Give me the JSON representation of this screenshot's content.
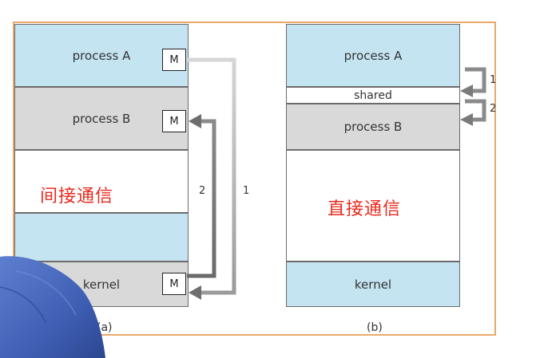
{
  "diagram_a": {
    "process_a": "process A",
    "process_b": "process B",
    "kernel": "kernel",
    "mailbox_label": "M",
    "arrow_1": "1",
    "arrow_2": "2",
    "overlay_text": "间接通信",
    "caption": "(a)"
  },
  "diagram_b": {
    "process_a": "process A",
    "shared": "shared",
    "process_b": "process B",
    "kernel": "kernel",
    "arrow_1": "1",
    "arrow_2": "2",
    "overlay_text": "直接通信",
    "caption": "(b)"
  },
  "colors": {
    "frame": "#e8a86a",
    "blue_block": "#c4e4f2",
    "gray_block": "#d9d9d9",
    "red_text": "#e8291e",
    "arrow_light": "#c8c8c8",
    "arrow_dark": "#7a7a7a"
  }
}
